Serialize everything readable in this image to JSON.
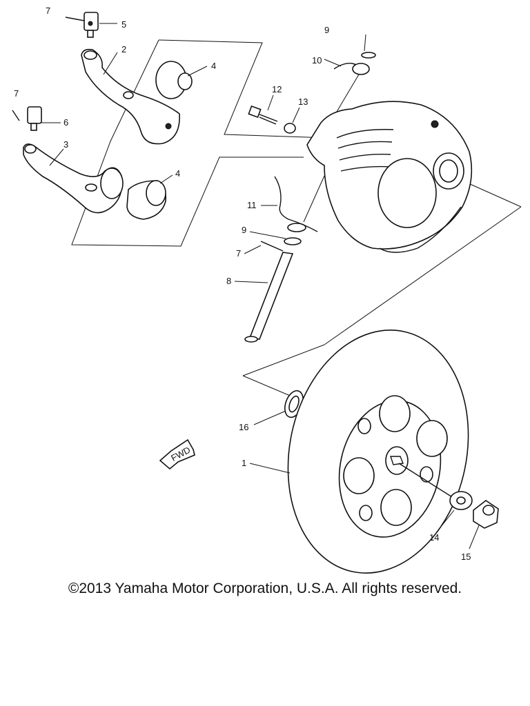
{
  "callouts": {
    "c1": "1",
    "c2": "2",
    "c3": "3",
    "c4a": "4",
    "c4b": "4",
    "c5": "5",
    "c6": "6",
    "c7a": "7",
    "c7b": "7",
    "c7c": "7",
    "c8": "8",
    "c9a": "9",
    "c9b": "9",
    "c10": "10",
    "c11": "11",
    "c12": "12",
    "c13": "13",
    "c14": "14",
    "c15": "15",
    "c16": "16"
  },
  "fwd_label": "FWD",
  "copyright": "©2013 Yamaha Motor Corporation, U.S.A. All rights reserved."
}
